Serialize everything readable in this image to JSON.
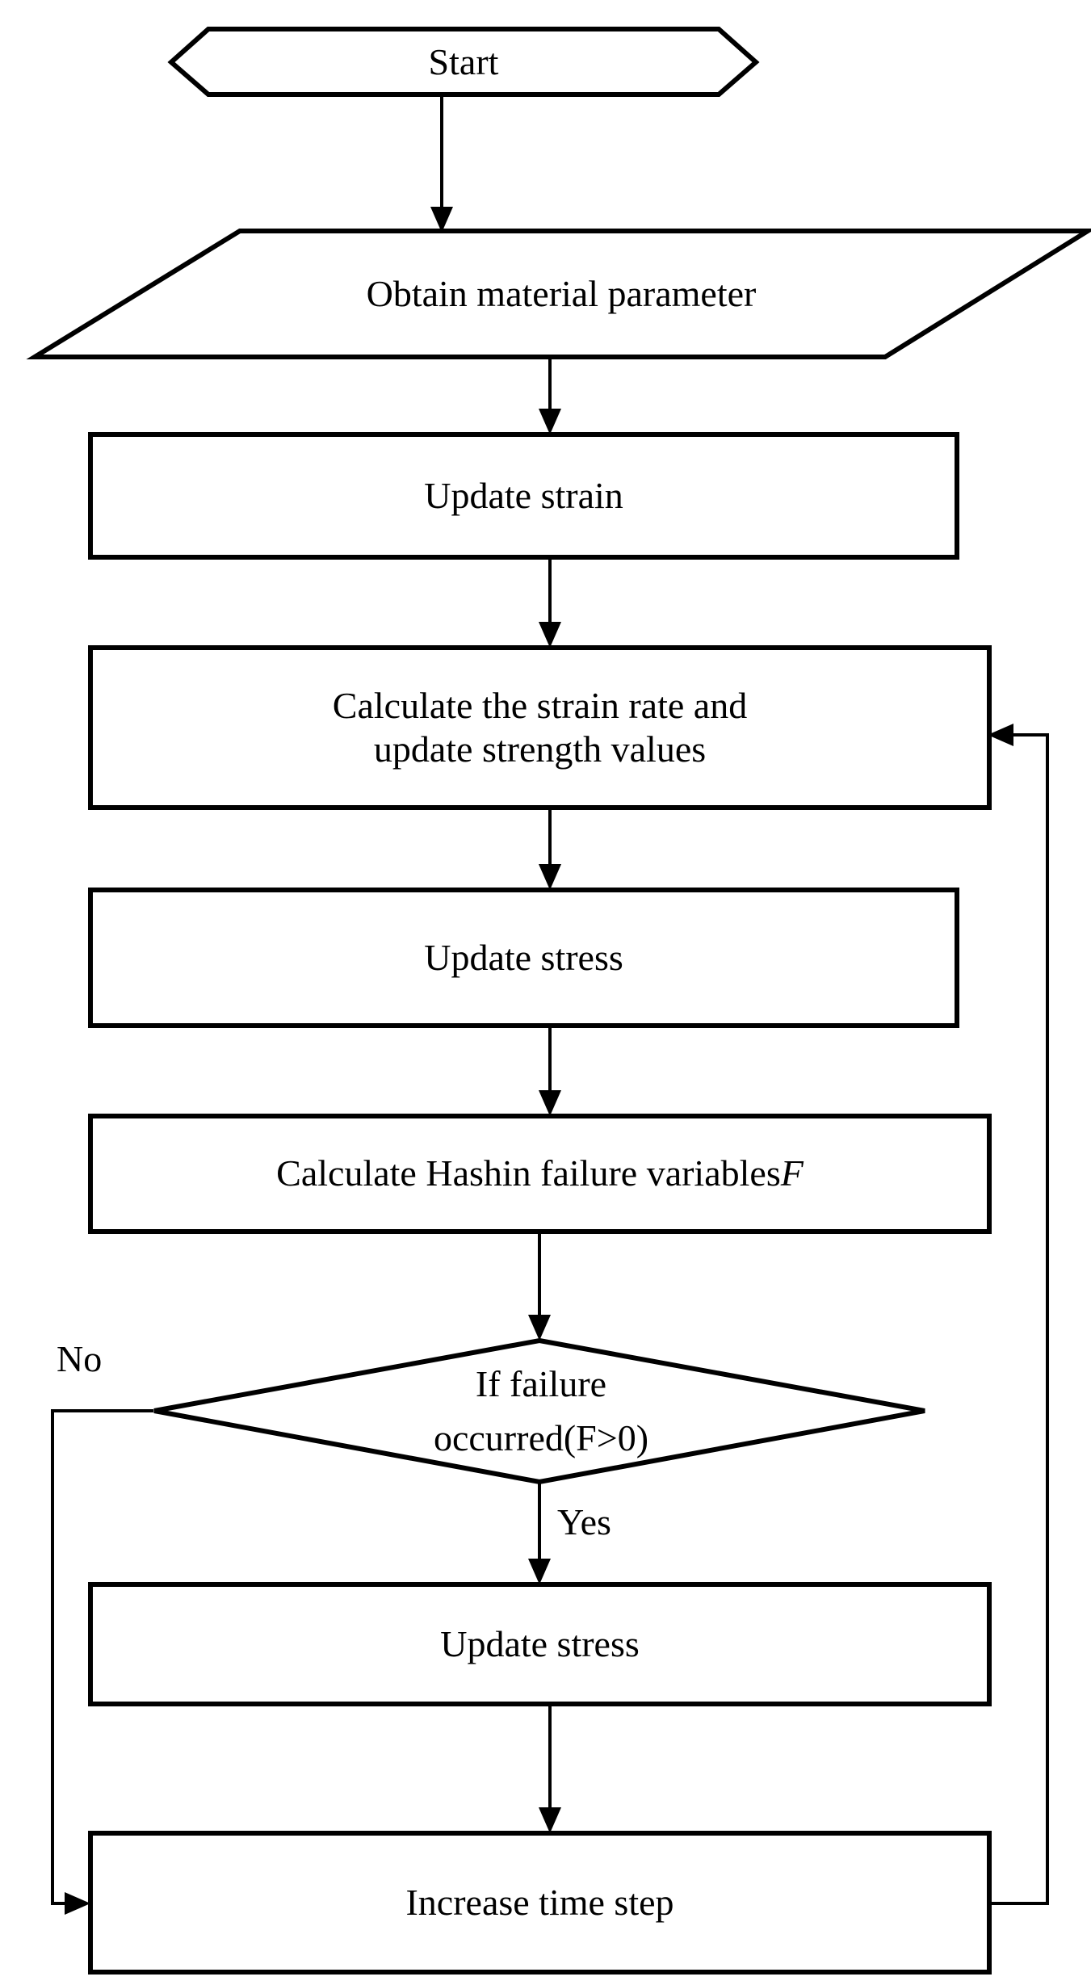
{
  "diagram": {
    "title": "Material model constitutive update flowchart",
    "type": "flowchart",
    "orientation": "top-to-bottom",
    "background_color": "#ffffff",
    "line_color": "#000000",
    "text_color": "#000000",
    "nodes": [
      {
        "id": "start",
        "shape": "hexagon",
        "label": "Start"
      },
      {
        "id": "obtain-material-parameter",
        "shape": "parallelogram",
        "label": "Obtain material parameter"
      },
      {
        "id": "update-strain",
        "shape": "rectangle",
        "label": "Update strain"
      },
      {
        "id": "calculate-strain-rate",
        "shape": "rectangle",
        "label_line1": "Calculate the strain rate and",
        "label_line2": "update strength  values"
      },
      {
        "id": "update-stress-1",
        "shape": "rectangle",
        "label": "Update stress"
      },
      {
        "id": "calculate-hashin",
        "shape": "rectangle",
        "label_prefix": "Calculate Hashin failure variables ",
        "label_variable": "F"
      },
      {
        "id": "if-failure",
        "shape": "diamond",
        "label_line1": "If failure",
        "label_line2": "occurred(F>0)"
      },
      {
        "id": "update-stress-2",
        "shape": "rectangle",
        "label": "Update stress"
      },
      {
        "id": "increase-time-step",
        "shape": "rectangle",
        "label": "Increase time step"
      }
    ],
    "edge_labels": {
      "no": "No",
      "yes": "Yes"
    },
    "edges": [
      {
        "from": "start",
        "to": "obtain-material-parameter",
        "label": ""
      },
      {
        "from": "obtain-material-parameter",
        "to": "update-strain",
        "label": ""
      },
      {
        "from": "update-strain",
        "to": "calculate-strain-rate",
        "label": ""
      },
      {
        "from": "calculate-strain-rate",
        "to": "update-stress-1",
        "label": ""
      },
      {
        "from": "update-stress-1",
        "to": "calculate-hashin",
        "label": ""
      },
      {
        "from": "calculate-hashin",
        "to": "if-failure",
        "label": ""
      },
      {
        "from": "if-failure",
        "to": "update-stress-2",
        "label": "Yes"
      },
      {
        "from": "if-failure",
        "to": "increase-time-step",
        "label": "No"
      },
      {
        "from": "update-stress-2",
        "to": "increase-time-step",
        "label": ""
      },
      {
        "from": "increase-time-step",
        "to": "calculate-strain-rate",
        "label": ""
      }
    ]
  }
}
